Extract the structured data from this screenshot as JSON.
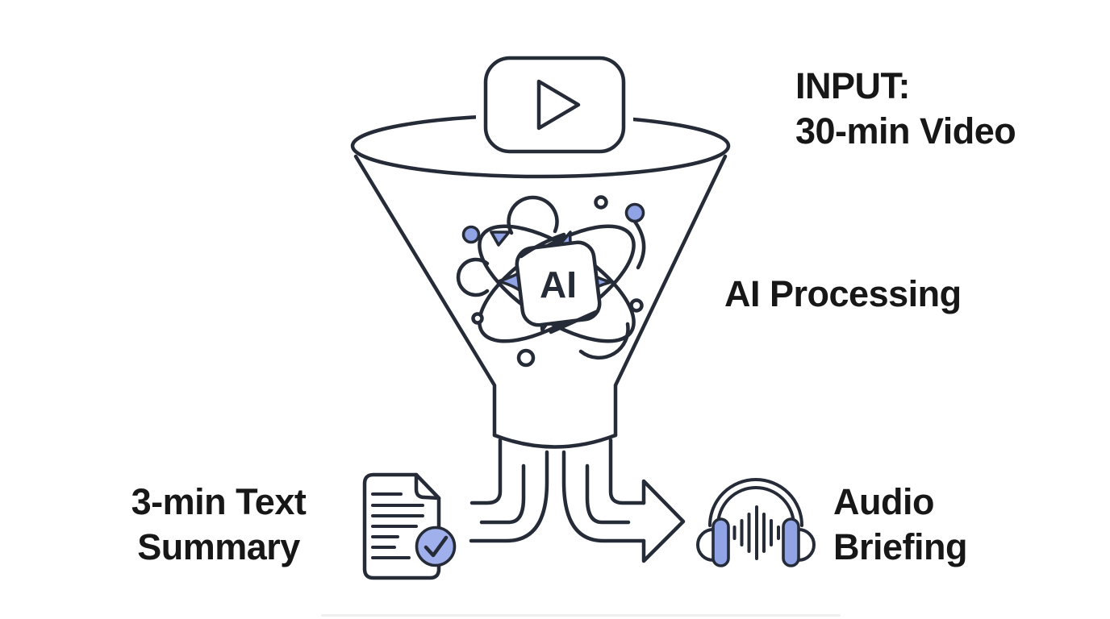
{
  "labels": {
    "input_line1": "INPUT:",
    "input_line2": "30-min Video",
    "processing": "AI Processing",
    "summary_line1": "3-min Text",
    "summary_line2": "Summary",
    "audio_line1": "Audio",
    "audio_line2": "Briefing"
  },
  "illustration": {
    "ai_badge_text": "AI"
  },
  "icons": {
    "video_play": "video-play-icon",
    "funnel": "funnel-icon",
    "ai_atom": "ai-atom-icon",
    "document_check": "document-check-icon",
    "arrow_right": "arrow-right-icon",
    "headphones": "headphones-icon"
  },
  "colors": {
    "accent_blue": "#8fa3e5",
    "accent_blue_light": "#9fb0ec",
    "outline_dark": "#262b38",
    "text_dark": "#171717",
    "divider_gray": "#efefef"
  }
}
